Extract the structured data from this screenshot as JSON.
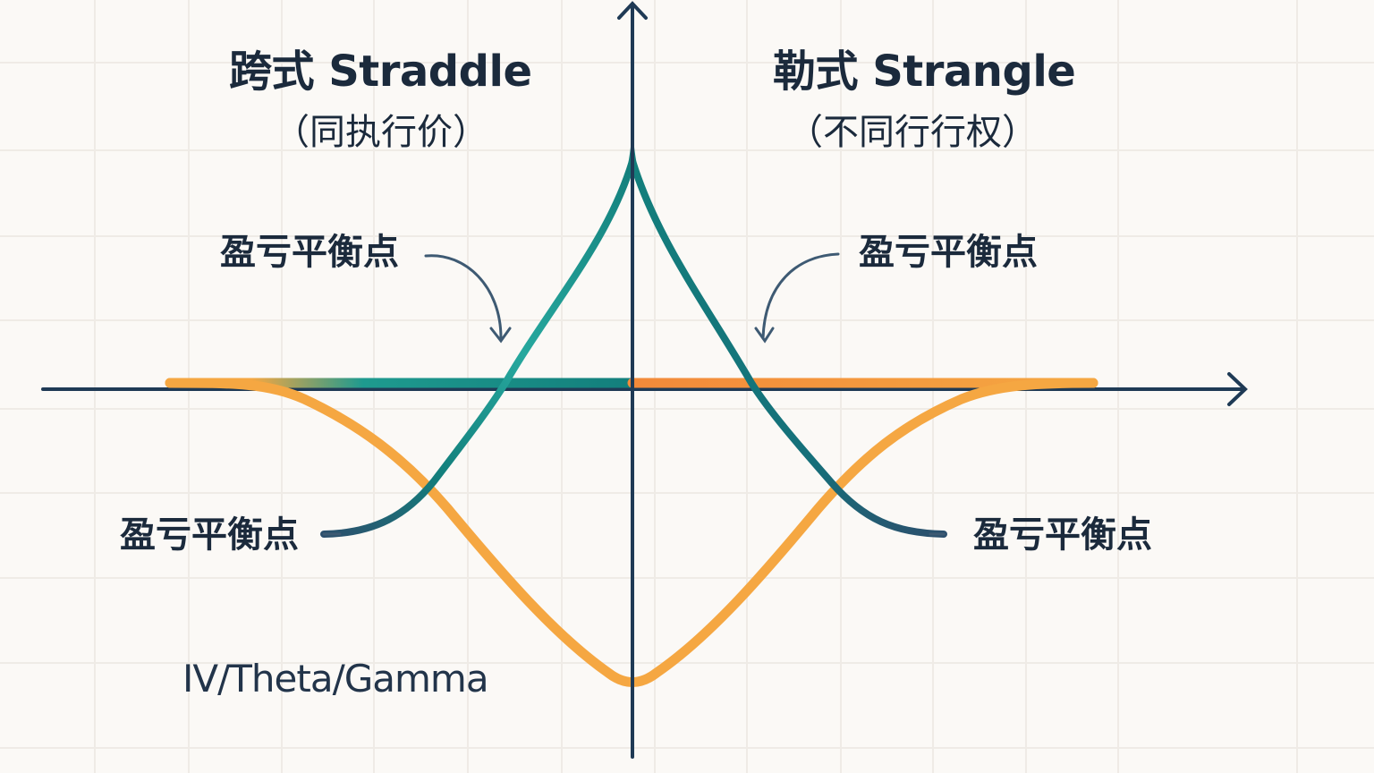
{
  "chart_data": {
    "type": "line",
    "title_left": "跨式 Straddle",
    "subtitle_left": "（同执行价）",
    "title_right": "勒式 Strangle",
    "subtitle_right": "（不同行行权）",
    "annotations": [
      {
        "text": "盈亏平衡点",
        "position": "upper-left",
        "points_to": "left teal crossing of zero line"
      },
      {
        "text": "盈亏平衡点",
        "position": "upper-right",
        "points_to": "right teal crossing of zero line"
      },
      {
        "text": "盈亏平衡点",
        "position": "lower-left",
        "connected_to": "left teal curve tail"
      },
      {
        "text": "盈亏平衡点",
        "position": "lower-right",
        "connected_to": "right teal curve tail"
      }
    ],
    "bottom_label": "IV/Theta/Gamma",
    "axes": {
      "x_axis": {
        "label": "",
        "arrow": "right",
        "ticks": []
      },
      "y_axis": {
        "label": "",
        "arrow": "up",
        "ticks": []
      },
      "grid": true
    },
    "series": [
      {
        "name": "teal peaked payoff curve",
        "color": "#137f7c",
        "shape": "symmetric cusp peaking at center (y-axis), crossing zero line at two break-even points, tailing off below zero on both sides"
      },
      {
        "name": "orange V curve",
        "color": "#f5a742",
        "shape": "flat at zero on far left/right, dipping symmetrically to a rounded minimum at center below zero"
      },
      {
        "name": "zero-level band",
        "colors": [
          "#f5a742",
          "#137f7c",
          "#f38a3a"
        ],
        "shape": "horizontal band at zero level, teal on left half, orange on right half"
      }
    ]
  },
  "labels": {
    "title_left": "跨式 Straddle",
    "subtitle_left": "（同执行价）",
    "title_right": "勒式 Strangle",
    "subtitle_right": "（不同行行权）",
    "breakeven_upper_left": "盈亏平衡点",
    "breakeven_upper_right": "盈亏平衡点",
    "breakeven_lower_left": "盈亏平衡点",
    "breakeven_lower_right": "盈亏平衡点",
    "greeks": "IV/Theta/Gamma"
  },
  "colors": {
    "background": "#fbf9f6",
    "grid": "#efebe6",
    "axis": "#1f3a55",
    "teal": "#137f7c",
    "teal_light": "#27a89e",
    "orange": "#f5a742",
    "orange_deep": "#f38a3a",
    "text": "#1b2a3c",
    "pointer": "#3e5a73"
  }
}
